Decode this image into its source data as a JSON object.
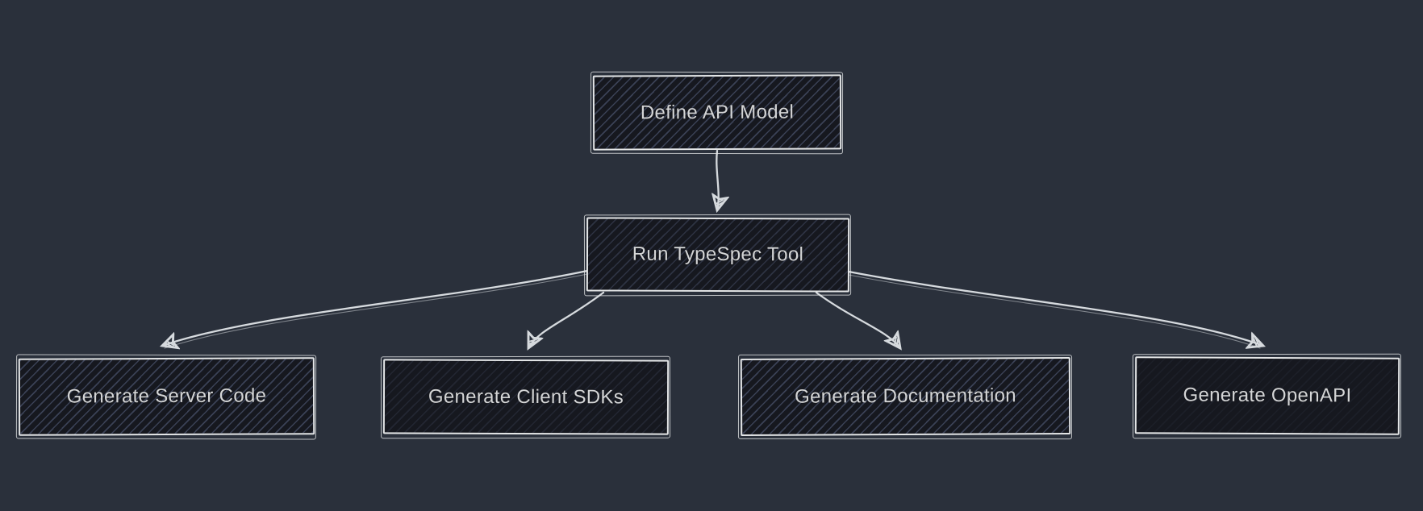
{
  "diagram": {
    "nodes": {
      "define": {
        "label": "Define API Model"
      },
      "run": {
        "label": "Run TypeSpec Tool"
      },
      "server": {
        "label": "Generate Server Code"
      },
      "sdk": {
        "label": "Generate Client SDKs"
      },
      "doc": {
        "label": "Generate Documentation"
      },
      "openapi": {
        "label": "Generate OpenAPI"
      }
    },
    "edges": [
      {
        "from": "Define API Model",
        "to": "Run TypeSpec Tool"
      },
      {
        "from": "Run TypeSpec Tool",
        "to": "Generate Server Code"
      },
      {
        "from": "Run TypeSpec Tool",
        "to": "Generate Client SDKs"
      },
      {
        "from": "Run TypeSpec Tool",
        "to": "Generate Documentation"
      },
      {
        "from": "Run TypeSpec Tool",
        "to": "Generate OpenAPI"
      }
    ],
    "colors": {
      "background": "#2a303b",
      "node_fill": "#16181f",
      "node_hatch": "#525d7ab3",
      "node_border": "#e4e6e7",
      "edge_stroke": "#d6dade",
      "text": "#d4d5d6"
    }
  }
}
